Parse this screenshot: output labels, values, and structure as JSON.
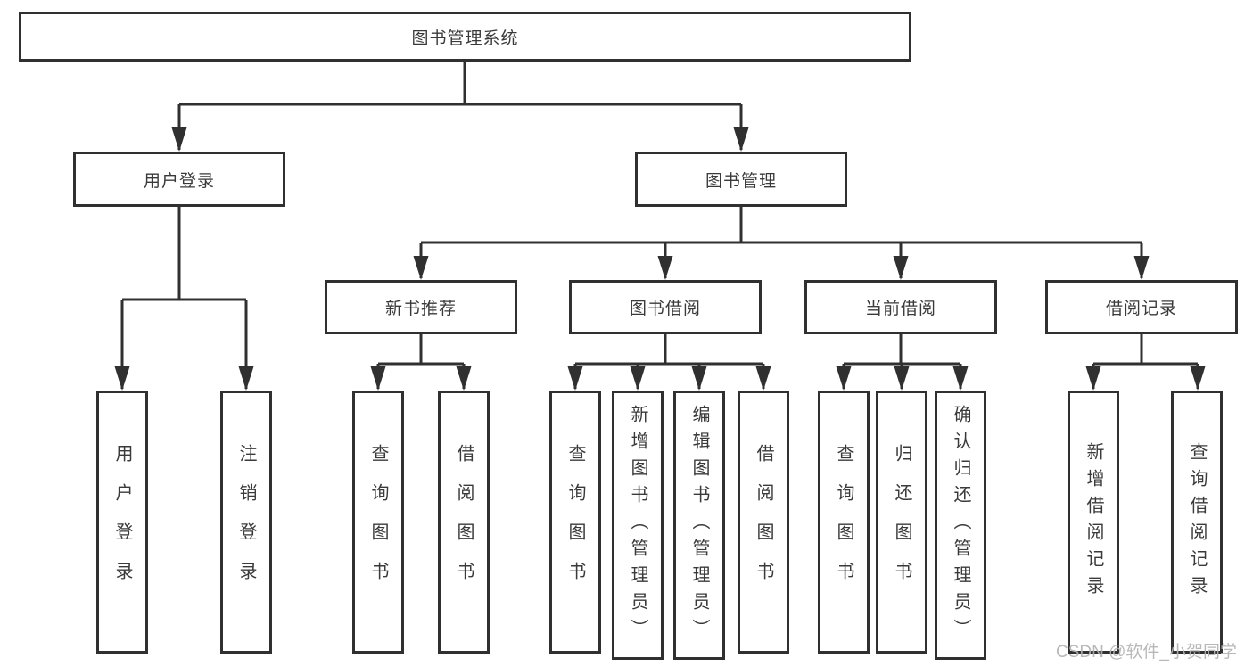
{
  "diagram": {
    "root": {
      "label": "图书管理系统"
    },
    "branches": [
      {
        "label": "用户登录",
        "children": [
          {
            "label": "用户登录"
          },
          {
            "label": "注销登录"
          }
        ]
      },
      {
        "label": "图书管理",
        "modules": [
          {
            "label": "新书推荐",
            "children": [
              {
                "label": "查询图书"
              },
              {
                "label": "借阅图书"
              }
            ]
          },
          {
            "label": "图书借阅",
            "children": [
              {
                "label": "查询图书"
              },
              {
                "label": "新增图书（管理员）"
              },
              {
                "label": "编辑图书（管理员）"
              },
              {
                "label": "借阅图书"
              }
            ]
          },
          {
            "label": "当前借阅",
            "children": [
              {
                "label": "查询图书"
              },
              {
                "label": "归还图书"
              },
              {
                "label": "确认归还（管理员）"
              }
            ]
          },
          {
            "label": "借阅记录",
            "children": [
              {
                "label": "新增借阅记录"
              },
              {
                "label": "查询借阅记录"
              }
            ]
          }
        ]
      }
    ],
    "watermark": "CSDN @软件_小贺同学",
    "colors": {
      "line": "#303030",
      "text": "#3a3a3a",
      "watermark": "#b3b3b3",
      "background": "#ffffff"
    }
  }
}
